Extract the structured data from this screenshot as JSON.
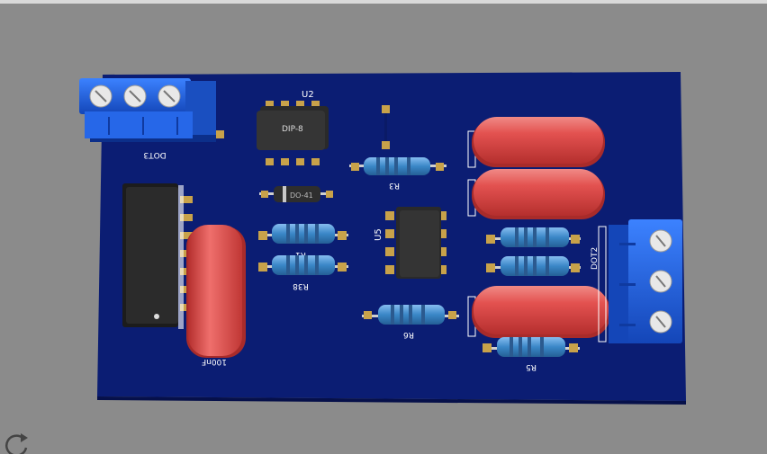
{
  "viewer": {
    "reload_icon": "reload-icon"
  },
  "board": {
    "colors": {
      "background": "#8b8b8b",
      "pcb": "#0b1d73",
      "capacitor": "#e04a48",
      "resistor": "#3a87c7",
      "terminal": "#1f5fd8",
      "pad": "#c8a24a",
      "ic": "#2a2a2a"
    },
    "labels": {
      "dot3": "DOT3",
      "u2": "U2",
      "dip8": "DIP-8",
      "r3": "R3",
      "diode": "DO-41",
      "r1": "R1",
      "r38": "R38",
      "u5": "U5",
      "dot2": "DOT2",
      "r6": "R6",
      "r5": "R5",
      "c100n": "100nF"
    }
  }
}
